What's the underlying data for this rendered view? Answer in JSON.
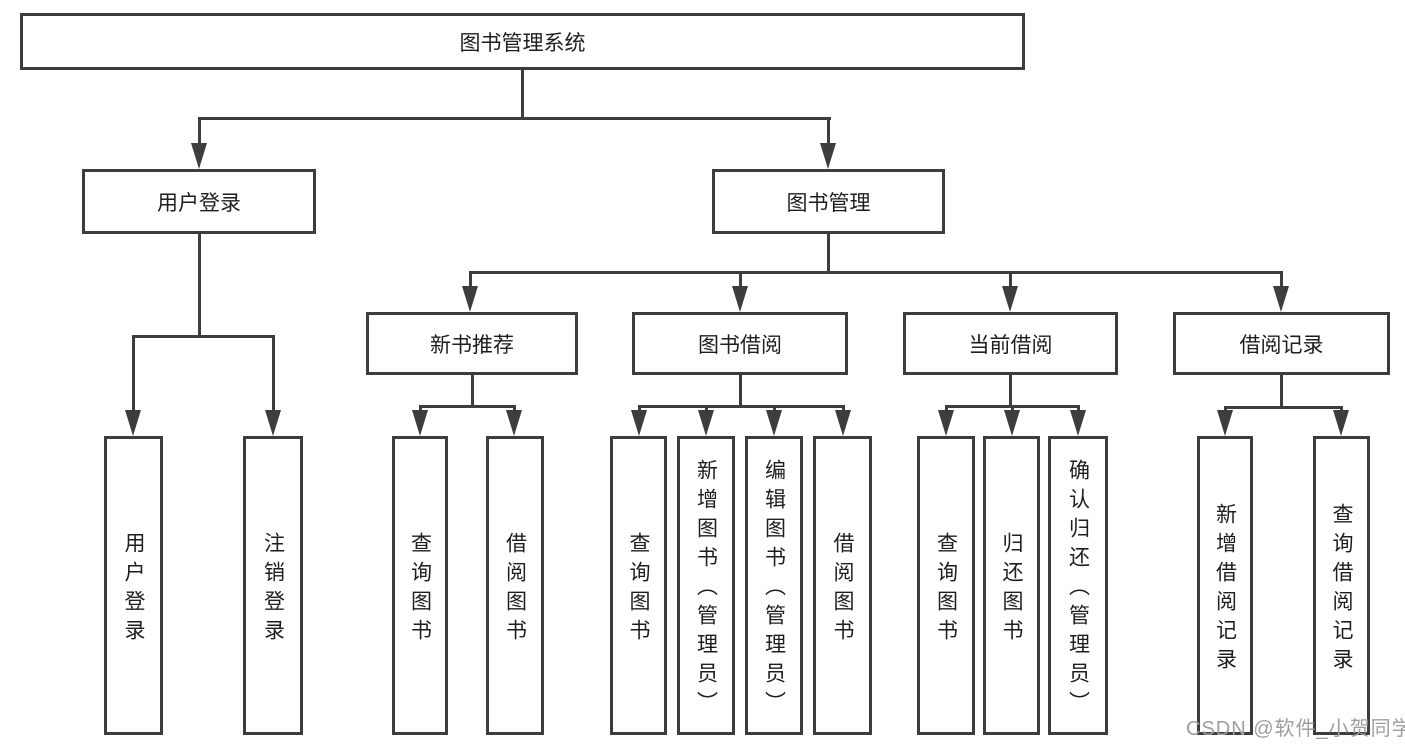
{
  "diagram_title": "图书管理系统",
  "nodes": {
    "root": "图书管理系统",
    "user_login": "用户登录",
    "book_mgmt": "图书管理",
    "new_rec": "新书推荐",
    "book_borrow": "图书借阅",
    "current_borrow": "当前借阅",
    "borrow_record": "借阅记录",
    "ul_login": "用户登录",
    "ul_logout": "注销登录",
    "nr_query": "查询图书",
    "nr_borrow": "借阅图书",
    "bb_query": "查询图书",
    "bb_add": "新增图书（管理员）",
    "bb_edit": "编辑图书（管理员）",
    "bb_borrow": "借阅图书",
    "cb_query": "查询图书",
    "cb_return": "归还图书",
    "cb_confirm": "确认归还（管理员）",
    "br_add": "新增借阅记录",
    "br_query": "查询借阅记录"
  },
  "watermark": "CSDN @软件_小贺同学",
  "colors": {
    "line": "#3d3d3d",
    "text": "#1e1e1e",
    "watermark": "#9e9e9e",
    "background": "#ffffff"
  }
}
